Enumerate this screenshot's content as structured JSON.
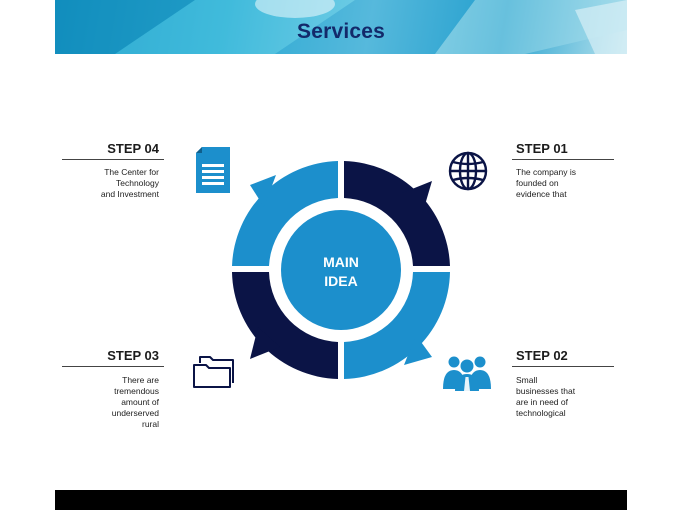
{
  "header": {
    "title": "Services"
  },
  "center": {
    "line1": "MAIN",
    "line2": "IDEA"
  },
  "steps": {
    "step4": {
      "label": "STEP 04",
      "lines": [
        "The Center for",
        "Technology",
        "and Investment"
      ]
    },
    "step1": {
      "label": "STEP 01",
      "lines": [
        "The company is",
        "founded on",
        "evidence that"
      ]
    },
    "step3": {
      "label": "STEP 03",
      "lines": [
        "There are",
        "tremendous",
        "amount of",
        "underserved",
        "rural"
      ]
    },
    "step2": {
      "label": "STEP 02",
      "lines": [
        "Small",
        "businesses that",
        "are in need of",
        "technological"
      ]
    }
  },
  "colors": {
    "light_blue": "#1c8fcc",
    "dark_navy": "#0b1446",
    "title_navy": "#13296a"
  },
  "icons": {
    "step4": "document-icon",
    "step1": "globe-icon",
    "step3": "folder-icon",
    "step2": "people-icon"
  }
}
